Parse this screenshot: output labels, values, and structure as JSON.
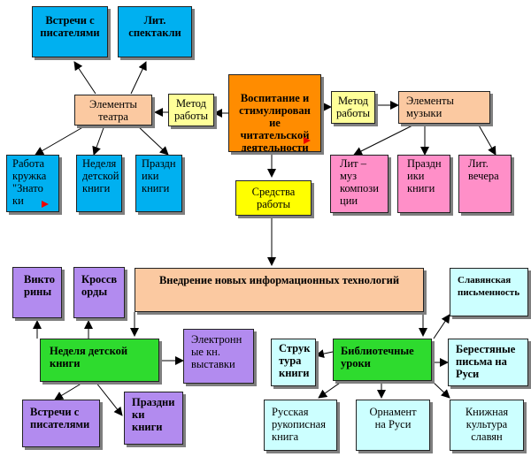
{
  "nodes": {
    "center": "Воспитание и\nстимулирован\nие\nчитательской\nдеятельности",
    "method_left": "Метод\nработы",
    "method_right": "Метод\nработы",
    "theater": "Элементы\nтеатра",
    "music": "Элементы\nмузыки",
    "meet_writers_top": "Встречи с\nписателями",
    "lit_performances": "Лит.\nспектакли",
    "club_work": "Работа\nкружка\n\"Знато\nки",
    "week_childbook_top": "Неделя\nдетской\nкниги",
    "book_holidays_top": "Праздн\nики\nкниги",
    "lit_music": "Лит –\nмуз\nкомпози\nции",
    "book_holidays_music": "Праздн\nики\nкниги",
    "lit_evenings": "Лит.\nвечера",
    "means": "Средства\nработы",
    "new_tech": "Внедрение новых информационных технологий",
    "quizzes": "Викто\nрины",
    "crosswords": "Кроссв\nорды",
    "week_childbook": "Неделя детской\nкниги",
    "e_exhibitions": "Электронн\nые кн.\nвыставки",
    "meet_writers_bottom": "Встречи с\nписателями",
    "book_holidays_bottom": "Праздни\nки\nкниги",
    "library_lessons": "Библиотечные\nуроки",
    "slavic_writing": "Славянская\nписьменность",
    "book_structure": "Струк\nтура\nкниги",
    "birch_letters": "Берестяные\nписьма на\nРуси",
    "russian_manuscript": "Русская\nрукописная\nкнига",
    "ornament": "Орнамент\nна Руси",
    "slavic_book_culture": "Книжная\nкультура\nславян"
  },
  "colors": {
    "blue": "#00b0f0",
    "orange": "#fbc9a1",
    "dark_orange": "#ff8c00",
    "light_yellow": "#ffff99",
    "yellow": "#ffff00",
    "pink": "#ff8fc8",
    "purple": "#b28bef",
    "green": "#2edb2e",
    "cyan": "#ccffff"
  }
}
